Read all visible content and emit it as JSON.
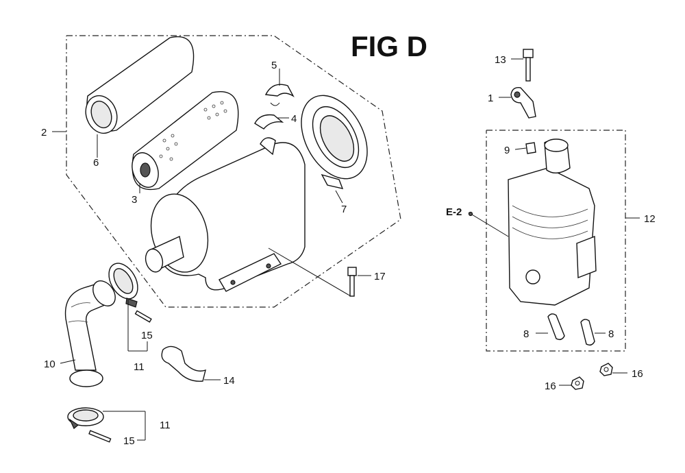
{
  "figure": {
    "title": "FIG D"
  },
  "callouts": {
    "c1": "1",
    "c2": "2",
    "c3": "3",
    "c4": "4",
    "c5": "5",
    "c6": "6",
    "c7": "7",
    "c8a": "8",
    "c8b": "8",
    "c9": "9",
    "c10": "10",
    "c11a": "11",
    "c11b": "11",
    "c12": "12",
    "c13": "13",
    "c14": "14",
    "c15a": "15",
    "c15b": "15",
    "c16a": "16",
    "c16b": "16",
    "c17": "17",
    "ref_e2": "E-2"
  }
}
